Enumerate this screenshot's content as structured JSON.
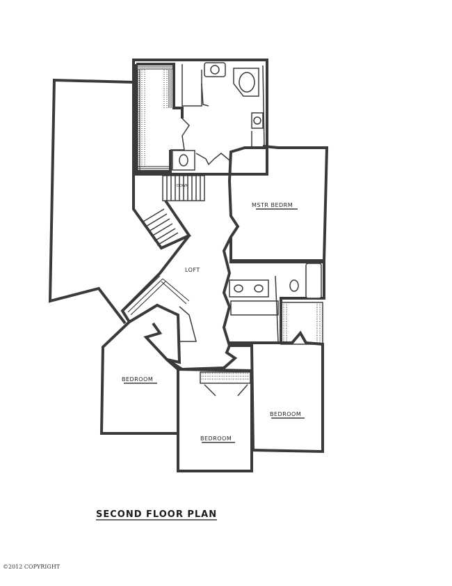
{
  "plan": {
    "title": "SECOND FLOOR PLAN",
    "copyright": "©2012 COPYRIGHT",
    "rooms": {
      "master_bedroom": "MSTR BEDRM",
      "loft": "LOFT",
      "bedroom_left": "BEDROOM",
      "bedroom_center": "BEDROOM",
      "bedroom_right": "BEDROOM"
    },
    "stair_label": "DOWN"
  }
}
